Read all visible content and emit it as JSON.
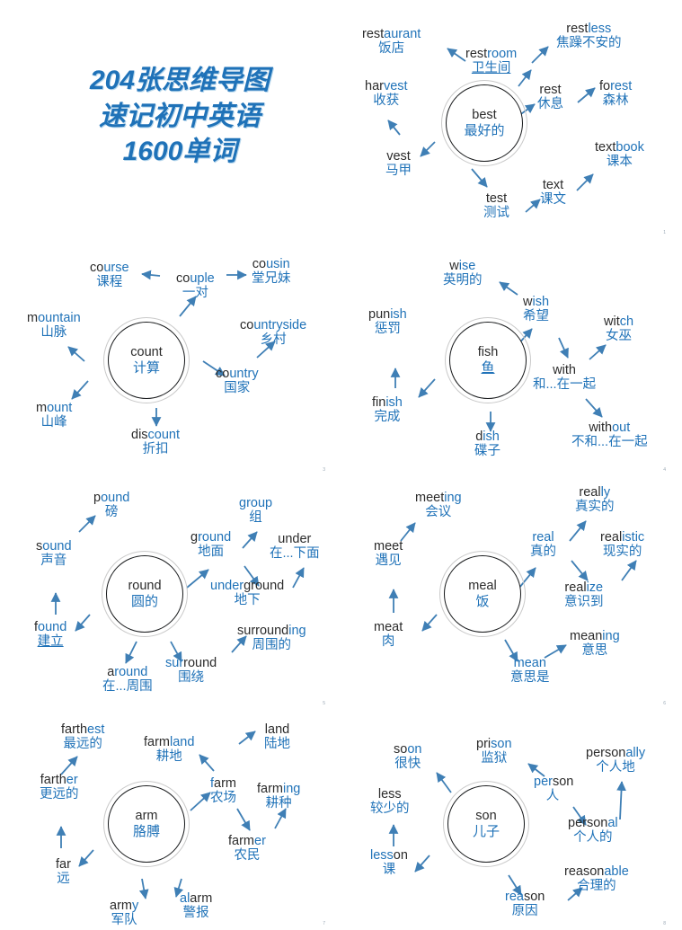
{
  "title": {
    "lines": [
      "204张思维导图",
      "速记初中英语",
      "1600单词"
    ],
    "color": "#1f72b8"
  },
  "theme": {
    "accent": "#1f72b8",
    "dark_text": "#2b2b2b",
    "arrow": "#3f7fb5",
    "circle_inner": "#16181a",
    "circle_outer": "#c9c9c9",
    "background": "#ffffff"
  },
  "maps": [
    {
      "id": "best",
      "page": "1",
      "core": {
        "en": "best",
        "cn": "最好的"
      },
      "nodes": [
        {
          "name": "restaurant",
          "p1": "rest",
          "p2": "aurant",
          "p1_color": "dark",
          "cn": "饭店"
        },
        {
          "name": "restroom",
          "p1": "rest",
          "p2": "room",
          "p1_color": "dark",
          "cn": "卫生间"
        },
        {
          "name": "restless",
          "p1": "rest",
          "p2": "less",
          "p1_color": "dark",
          "cn": "焦躁不安的"
        },
        {
          "name": "rest",
          "p1": "rest",
          "p2": "",
          "p1_color": "dark",
          "cn": "休息"
        },
        {
          "name": "forest",
          "p1": "fo",
          "p2": "rest",
          "p1_color": "dark",
          "cn": "森林"
        },
        {
          "name": "harvest",
          "p1": "har",
          "p2": "vest",
          "p1_color": "dark",
          "cn": "收获"
        },
        {
          "name": "vest",
          "p1": "vest",
          "p2": "",
          "p1_color": "dark",
          "cn": "马甲"
        },
        {
          "name": "test",
          "p1": "test",
          "p2": "",
          "p1_color": "dark",
          "cn": "测试"
        },
        {
          "name": "text",
          "p1": "text",
          "p2": "",
          "p1_color": "dark",
          "cn": "课文"
        },
        {
          "name": "textbook",
          "p1": "text",
          "p2": "book",
          "p1_color": "dark",
          "cn": "课本"
        }
      ]
    },
    {
      "id": "count",
      "page": "3",
      "core": {
        "en": "count",
        "cn": "计算"
      },
      "nodes": [
        {
          "name": "course",
          "p1": "co",
          "p2": "urse",
          "p1_color": "dark",
          "cn": "课程"
        },
        {
          "name": "couple",
          "p1": "co",
          "p2": "uple",
          "p1_color": "dark",
          "cn": "一对"
        },
        {
          "name": "cousin",
          "p1": "co",
          "p2": "usin",
          "p1_color": "dark",
          "cn": "堂兄妹"
        },
        {
          "name": "countryside",
          "p1": "co",
          "p2": "untryside",
          "p1_color": "dark",
          "cn": "乡村"
        },
        {
          "name": "country",
          "p1": "co",
          "p2": "untry",
          "p1_color": "dark",
          "cn": "国家"
        },
        {
          "name": "discount",
          "p1": "dis",
          "p2": "count",
          "p1_color": "dark",
          "cn": "折扣"
        },
        {
          "name": "mount",
          "p1": "m",
          "p2": "ount",
          "p1_color": "dark",
          "cn": "山峰"
        },
        {
          "name": "mountain",
          "p1": "m",
          "p2": "ountain",
          "p1_color": "dark",
          "cn": "山脉"
        }
      ]
    },
    {
      "id": "fish",
      "page": "4",
      "core": {
        "en": "fish",
        "cn": "鱼"
      },
      "nodes": [
        {
          "name": "wise",
          "p1": "w",
          "p2": "ise",
          "p1_color": "dark",
          "cn": "英明的"
        },
        {
          "name": "wish",
          "p1": "w",
          "p2": "ish",
          "p1_color": "dark",
          "cn": "希望"
        },
        {
          "name": "witch",
          "p1": "wit",
          "p2": "ch",
          "p1_color": "dark",
          "cn": "女巫"
        },
        {
          "name": "with",
          "p1": "with",
          "p2": "",
          "p1_color": "dark",
          "cn": "和...在一起"
        },
        {
          "name": "without",
          "p1": "with",
          "p2": "out",
          "p1_color": "dark",
          "cn": "不和...在一起"
        },
        {
          "name": "dish",
          "p1": "d",
          "p2": "ish",
          "p1_color": "dark",
          "cn": "碟子"
        },
        {
          "name": "finish",
          "p1": "fin",
          "p2": "ish",
          "p1_color": "dark",
          "cn": "完成"
        },
        {
          "name": "punish",
          "p1": "pun",
          "p2": "ish",
          "p1_color": "dark",
          "cn": "惩罚"
        }
      ]
    },
    {
      "id": "round",
      "page": "5",
      "core": {
        "en": "round",
        "cn": "圆的"
      },
      "nodes": [
        {
          "name": "pound",
          "p1": "p",
          "p2": "ound",
          "p1_color": "dark",
          "cn": "磅"
        },
        {
          "name": "sound",
          "p1": "s",
          "p2": "ound",
          "p1_color": "dark",
          "cn": "声音"
        },
        {
          "name": "found",
          "p1": "f",
          "p2": "ound",
          "p1_color": "dark",
          "cn": "建立"
        },
        {
          "name": "around",
          "p1": "a",
          "p2": "round",
          "p1_color": "dark",
          "cn": "在...周围"
        },
        {
          "name": "surround",
          "p1": "sur",
          "p2": "round",
          "p1_color": "dark",
          "cn": "围绕"
        },
        {
          "name": "surrounding",
          "p1": "surround",
          "p2": "ing",
          "p1_color": "dark",
          "cn": "周围的"
        },
        {
          "name": "ground",
          "p1": "g",
          "p2": "round",
          "p1_color": "dark",
          "cn": "地面"
        },
        {
          "name": "group",
          "p1": "g",
          "p2": "roup",
          "p1_color": "dark",
          "cn": "组"
        },
        {
          "name": "underground",
          "p1": "under",
          "p2": "ground",
          "p1_color": "blue",
          "cn": "地下"
        },
        {
          "name": "under",
          "p1": "under",
          "p2": "",
          "p1_color": "dark",
          "cn": "在...下面"
        }
      ]
    },
    {
      "id": "meal",
      "page": "6",
      "core": {
        "en": "meal",
        "cn": "饭"
      },
      "nodes": [
        {
          "name": "meeting",
          "p1": "meet",
          "p2": "ing",
          "p1_color": "dark",
          "cn": "会议"
        },
        {
          "name": "meet",
          "p1": "meet",
          "p2": "",
          "p1_color": "dark",
          "cn": "遇见"
        },
        {
          "name": "meat",
          "p1": "meat",
          "p2": "",
          "p1_color": "dark",
          "cn": "肉"
        },
        {
          "name": "mean",
          "p1": "",
          "p2": "mean",
          "p1_color": "dark",
          "cn": "意思是"
        },
        {
          "name": "meaning",
          "p1": "mean",
          "p2": "ing",
          "p1_color": "dark",
          "cn": "意思"
        },
        {
          "name": "real",
          "p1": "",
          "p2": "real",
          "p1_color": "dark",
          "cn": "真的"
        },
        {
          "name": "really",
          "p1": "real",
          "p2": "ly",
          "p1_color": "dark",
          "cn": "真实的"
        },
        {
          "name": "realize",
          "p1": "real",
          "p2": "ize",
          "p1_color": "dark",
          "cn": "意识到"
        },
        {
          "name": "realistic",
          "p1": "real",
          "p2": "istic",
          "p1_color": "dark",
          "cn": "现实的"
        }
      ]
    },
    {
      "id": "arm",
      "page": "7",
      "core": {
        "en": "arm",
        "cn": "胳膊"
      },
      "nodes": [
        {
          "name": "farthest",
          "p1": "farth",
          "p2": "est",
          "p1_color": "dark",
          "cn": "最远的"
        },
        {
          "name": "farther",
          "p1": "farth",
          "p2": "er",
          "p1_color": "dark",
          "cn": "更远的"
        },
        {
          "name": "far",
          "p1": "far",
          "p2": "",
          "p1_color": "dark",
          "cn": "远"
        },
        {
          "name": "army",
          "p1": "arm",
          "p2": "y",
          "p1_color": "dark",
          "cn": "军队"
        },
        {
          "name": "alarm",
          "p1": "al",
          "p2": "arm",
          "p1_color": "dark",
          "cn": "警报"
        },
        {
          "name": "farm",
          "p1": "f",
          "p2": "arm",
          "p1_color": "dark",
          "cn": "农场"
        },
        {
          "name": "farmland",
          "p1": "farm",
          "p2": "land",
          "p1_color": "dark",
          "cn": "耕地"
        },
        {
          "name": "land",
          "p1": "land",
          "p2": "",
          "p1_color": "dark",
          "cn": "陆地"
        },
        {
          "name": "farming",
          "p1": "farm",
          "p2": "ing",
          "p1_color": "dark",
          "cn": "耕种"
        },
        {
          "name": "farmer",
          "p1": "farm",
          "p2": "er",
          "p1_color": "dark",
          "cn": "农民"
        }
      ]
    },
    {
      "id": "son",
      "page": "8",
      "core": {
        "en": "son",
        "cn": "儿子"
      },
      "nodes": [
        {
          "name": "soon",
          "p1": "so",
          "p2": "on",
          "p1_color": "dark",
          "cn": "很快"
        },
        {
          "name": "less",
          "p1": "less",
          "p2": "",
          "p1_color": "dark",
          "cn": "较少的"
        },
        {
          "name": "lesson",
          "p1": "less",
          "p2": "on",
          "p1_color": "blue",
          "cn": "课"
        },
        {
          "name": "prison",
          "p1": "pri",
          "p2": "son",
          "p1_color": "dark",
          "cn": "监狱"
        },
        {
          "name": "person",
          "p1": "per",
          "p2": "son",
          "p1_color": "blue",
          "cn": "人"
        },
        {
          "name": "personally",
          "p1": "person",
          "p2": "ally",
          "p1_color": "dark",
          "cn": "个人地"
        },
        {
          "name": "personal",
          "p1": "person",
          "p2": "al",
          "p1_color": "dark",
          "cn": "个人的"
        },
        {
          "name": "reason",
          "p1": "rea",
          "p2": "son",
          "p1_color": "blue",
          "cn": "原因"
        },
        {
          "name": "reasonable",
          "p1": "reason",
          "p2": "able",
          "p1_color": "dark",
          "cn": "合理的"
        }
      ]
    }
  ]
}
